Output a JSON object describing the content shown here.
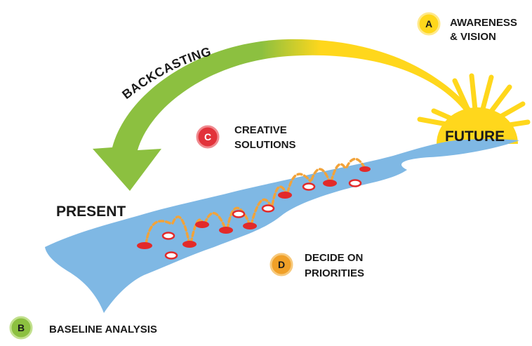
{
  "steps": {
    "a": {
      "letter": "A",
      "line1": "AWARENESS",
      "line2": "& VISION"
    },
    "b": {
      "letter": "B",
      "text": "BASELINE ANALYSIS"
    },
    "c": {
      "letter": "C",
      "line1": "CREATIVE",
      "line2": "SOLUTIONS"
    },
    "d": {
      "letter": "D",
      "line1": "DECIDE ON",
      "line2": "PRIORITIES"
    }
  },
  "labels": {
    "backcasting": "BACKCASTING",
    "present": "PRESENT",
    "future": "FUTURE"
  },
  "colors": {
    "arrow_green": "#8cc040",
    "arrow_yellow": "#ffd71c",
    "sun": "#ffd71c",
    "river": "#7fb8e4",
    "stone_red": "#e22a2a",
    "hop_orange": "#f2a33a",
    "badge_a": "#ffd71c",
    "badge_b": "#8cc040",
    "badge_c": "#e2323a",
    "badge_d": "#f0a028"
  }
}
